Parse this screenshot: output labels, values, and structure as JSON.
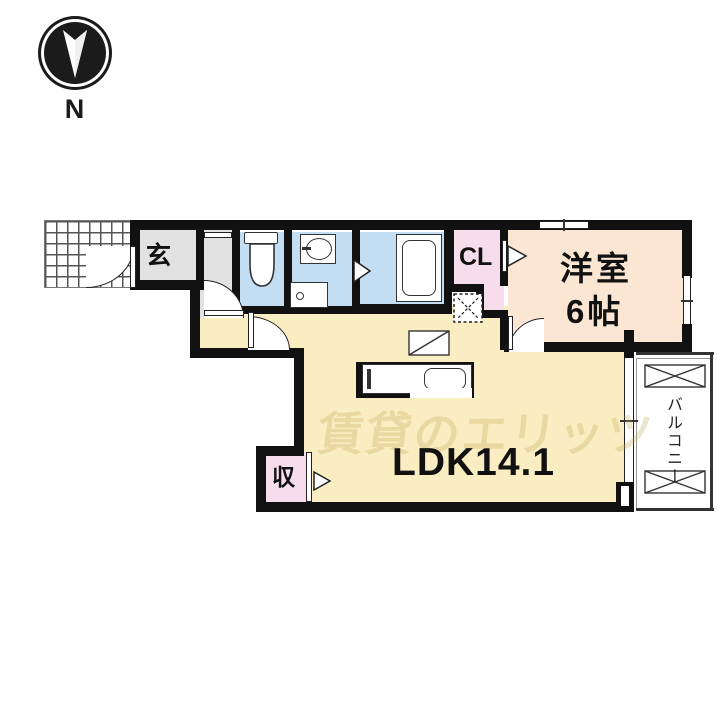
{
  "document": {
    "type": "floor-plan",
    "title": "間取り図"
  },
  "compass": {
    "icon": "compass-north-icon",
    "label": "N"
  },
  "rooms": [
    {
      "key": "ldk",
      "label": "LDK14.1",
      "fill": "#FBEDC2",
      "name": "living-dining-kitchen"
    },
    {
      "key": "bedroom",
      "label": "洋室",
      "label2": "6帖",
      "fill": "#FBE6D4",
      "name": "western-room"
    },
    {
      "key": "closet",
      "label": "CL",
      "fill": "#F7DCEB",
      "name": "closet"
    },
    {
      "key": "storage",
      "label": "収",
      "fill": "#F7DCEB",
      "name": "storage-closet"
    },
    {
      "key": "entrance",
      "label": "玄",
      "fill": "#E2E2E2",
      "name": "entrance-genkan"
    },
    {
      "key": "toilet",
      "label": "",
      "fill": "#C3DDF2",
      "name": "toilet-room"
    },
    {
      "key": "washroom",
      "label": "",
      "fill": "#C3DDF2",
      "name": "washroom-vanity"
    },
    {
      "key": "bath",
      "label": "",
      "fill": "#C3DDF2",
      "name": "bathroom"
    },
    {
      "key": "balcony",
      "label": "バルコニー",
      "fill": "#FFFFFF",
      "name": "balcony"
    }
  ],
  "labels": {
    "ldk": "LDK14.1",
    "bedroom_line1": "洋室",
    "bedroom_line2": "6帖",
    "closet": "CL",
    "storage": "収",
    "entrance": "玄",
    "balcony": "バルコニー"
  },
  "watermark": {
    "text": "賃貸のエリッツ"
  },
  "fixtures": [
    {
      "name": "toilet-fixture",
      "room": "toilet"
    },
    {
      "name": "washbasin-fixture",
      "room": "washroom"
    },
    {
      "name": "washing-machine-pan",
      "room": "washroom"
    },
    {
      "name": "bathtub-fixture",
      "room": "bath"
    },
    {
      "name": "kitchen-counter",
      "room": "ldk"
    },
    {
      "name": "kitchen-sink",
      "room": "ldk"
    },
    {
      "name": "overhead-storage-mark",
      "room": "ldk"
    }
  ],
  "colors": {
    "wall": "#111111",
    "ldk_floor": "#FBEDC2",
    "room_floor": "#FBE6D4",
    "water_area": "#C3DDF2",
    "closet": "#F7DCEB",
    "entrance": "#E2E2E2",
    "balcony": "#FFFFFF",
    "background": "#FFFFFF"
  }
}
